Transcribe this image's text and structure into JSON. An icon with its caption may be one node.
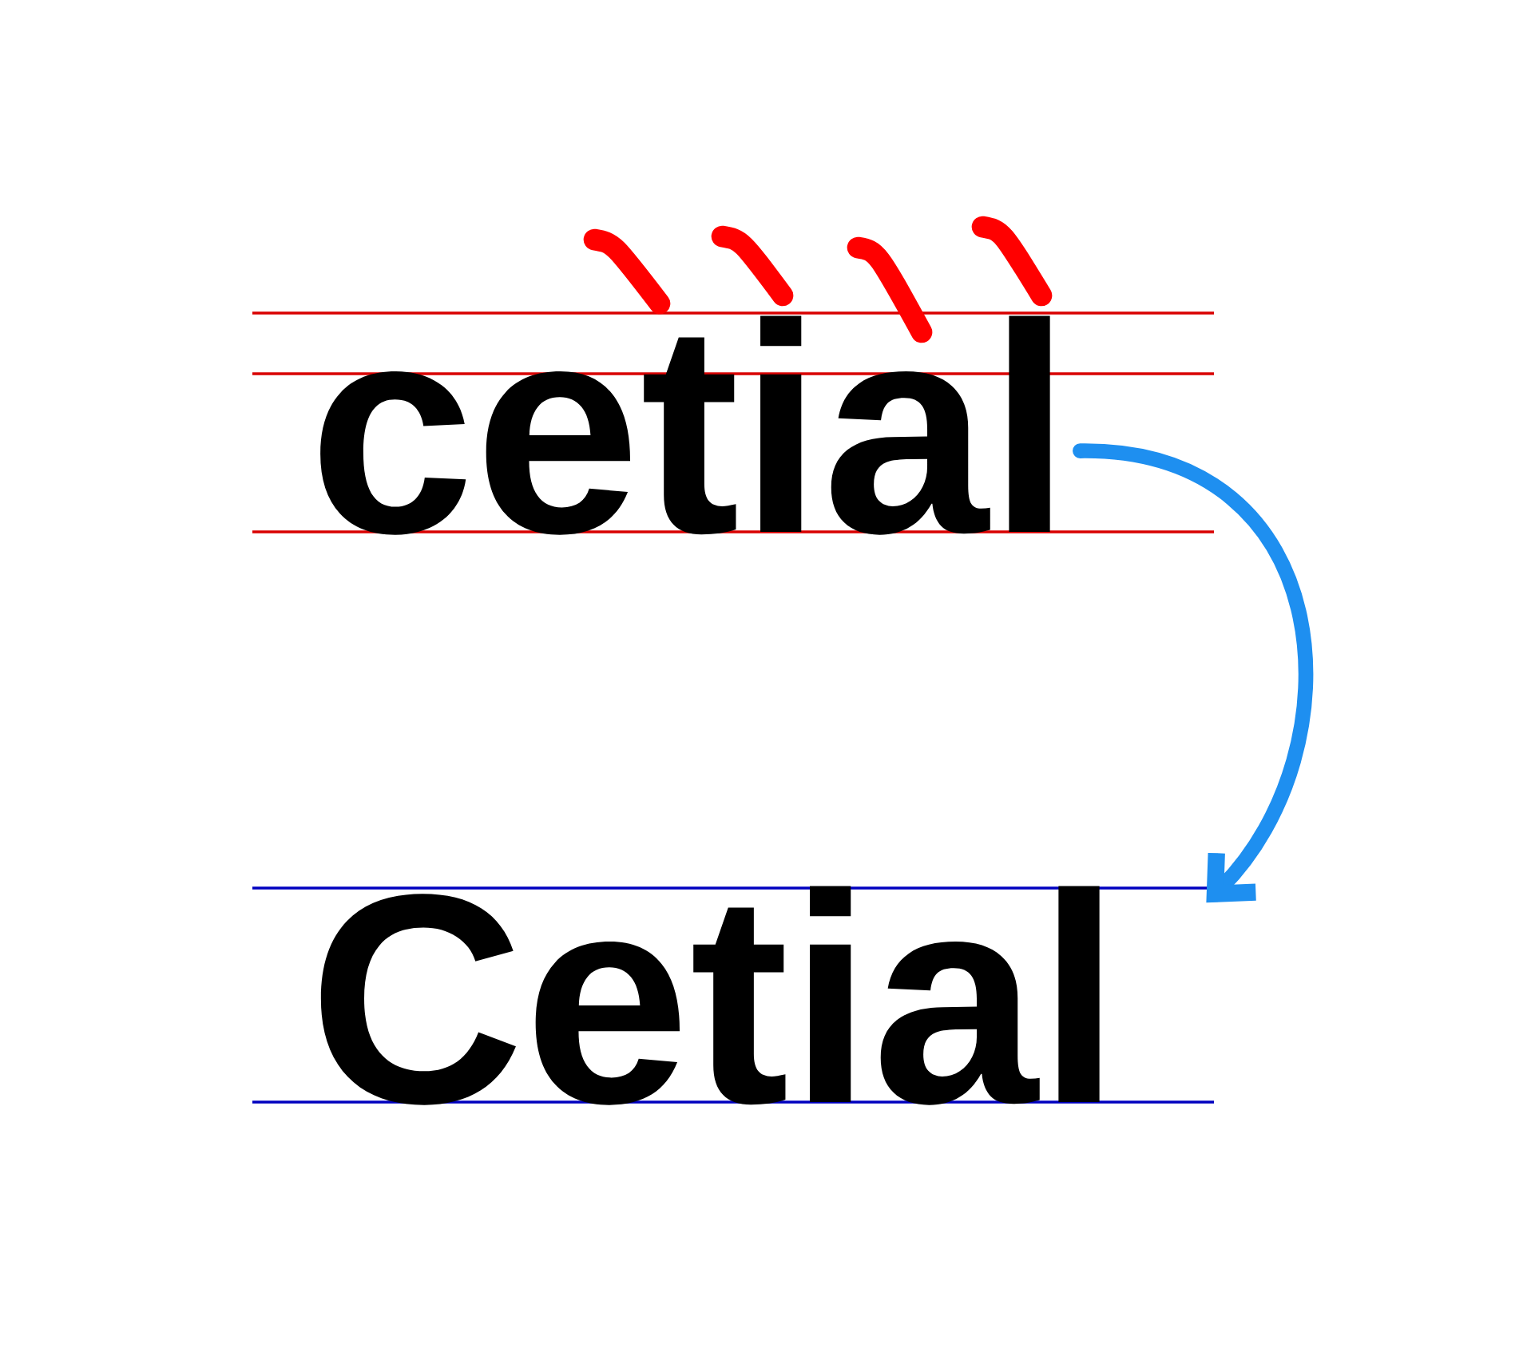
{
  "diagram": {
    "nodes": [
      {
        "text": [
          "cetial"
        ]
      },
      {
        "text": [
          "Cetial"
        ]
      }
    ],
    "edges": [
      {
        "from": 0,
        "to": 1,
        "arrow": "to",
        "color": "#1e8ff0"
      }
    ]
  }
}
